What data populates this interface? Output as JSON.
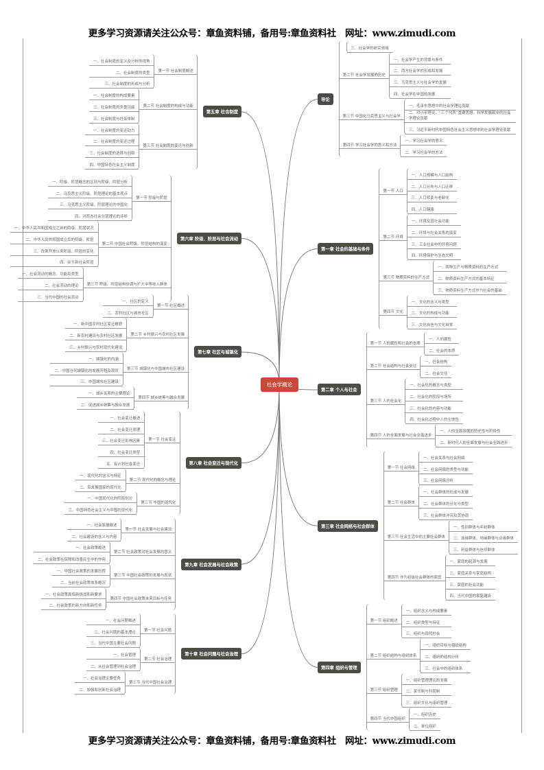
{
  "header": {
    "banner": "更多学习资源请关注公众号：章鱼资料铺，备用号:章鱼资料社　网址：www.zimudi.com"
  },
  "footer": {
    "banner": "更多学习资源请关注公众号：章鱼资料铺，备用号:章鱼资料社　网址：www.zimudi.com"
  },
  "center": {
    "title": "社会学概论"
  },
  "colors": {
    "center": "#c8483a",
    "chapter": "#4c4c44",
    "line": "#999999",
    "text": "#666666"
  },
  "right_chapters": [
    {
      "title": "导论",
      "sections": [
        {
          "title": "",
          "items": [
            "三、社会学的研究领域"
          ]
        },
        {
          "title": "第二节 社会学发展的历史",
          "items": [
            "一、社会学产生的背景与条件",
            "二、西方社会学的形成和发展",
            "三、马克思主义与社会学的发展",
            "四、社会学在中国的发展"
          ]
        },
        {
          "title": "第三节 中国化马克思主义与社会学",
          "items": [
            "一、毛泽东思想中的社会学理论贡献",
            "二、邓小平理论、“三个代表”重要思想、科学发展观中的社会学理论贡献",
            "三、习近平新时代中国特色社会主义思想中的社会学理论贡献"
          ]
        },
        {
          "title": "第四节 学习社会学的意义和方法",
          "items": [
            "一、学习社会学的意义",
            "二、学习社会学的方法"
          ]
        }
      ]
    },
    {
      "title": "第一章 社会的基础与条件",
      "sections": [
        {
          "title": "第一节 人口",
          "items": [
            "一、人口规模与人口结构",
            "二、人口分布与人口迁移",
            "三、人口转变与老龄化",
            "四、人口健康"
          ]
        },
        {
          "title": "第二节 环境",
          "items": [
            "一、环境及其社会功能",
            "二、环境与社会关系的演变",
            "三、工业社会中的环境问题",
            "四、环境保护与生态文明"
          ]
        },
        {
          "title": "第三节 物质资料的生产方式",
          "items": [
            "一、两种生产与物质资料的生产方式",
            "二、物质资料生产方式的基本特征",
            "三、物质资料生产方式作为社会的基础"
          ]
        },
        {
          "title": "第四节 文化",
          "items": [
            "一、文化的含义与类型",
            "二、文化的构成与功能",
            "三、文化自信与文化自觉"
          ]
        }
      ]
    },
    {
      "title": "第二章 个人与社会",
      "sections": [
        {
          "title": "第一节 人的属性和社会的本质",
          "items": [
            "一、人的属性",
            "二、社会的本质"
          ]
        },
        {
          "title": "第二节 社会结构与社会交往",
          "items": [
            "一、社会结构",
            "二、社会交往"
          ]
        },
        {
          "title": "第三节 人的社会化",
          "items": [
            "一、社会化的概念与类型",
            "二、社会化的阶段与场所",
            "三、社会化的内容与功能",
            "四、社会化过程中人的主体性"
          ]
        },
        {
          "title": "第四节 人的全面发展与社会全面进步",
          "items": [
            "一、人的全面发展的历史性与阶段性",
            "二、新时代人的全面发展与社会全面进步"
          ]
        }
      ]
    },
    {
      "title": "第三章 社会网络与社会群体",
      "sections": [
        {
          "title": "第一节 社会网络",
          "items": [
            "一、社会关系与社会网络",
            "二、社会网络的类型与功能",
            "三、社会网络分析"
          ]
        },
        {
          "title": "第二节 社会群体",
          "items": [
            "一、社会群体的形成与发展",
            "二、社会群体的分化与类型",
            "三、社会群体冲突及其协调"
          ]
        },
        {
          "title": "第三节 社会生活中的主要社会群体",
          "items": [
            "一、性别群体与年龄群体",
            "二、血缘群体、地缘群体与业缘群体",
            "三、利益群体与信仰群体"
          ]
        },
        {
          "title": "第四节 作为初级社会群体的家庭",
          "items": [
            "一、家庭的起源与发展",
            "二、家庭关系与家庭结构",
            "三、家庭的社会功能",
            "四、当代中国的家庭建设"
          ]
        }
      ]
    },
    {
      "title": "第四章 组织与管理",
      "sections": [
        {
          "title": "第一节 组织概述",
          "items": [
            "一、组织含义与构成要素",
            "二、组织类型与特征",
            "三、组织与现代社会"
          ]
        },
        {
          "title": "第二节 组织结构与组织体系",
          "items": [
            "一、组织目标与组织结构",
            "二、组织的结构分析",
            "三、社会中的组织体系"
          ]
        },
        {
          "title": "第三节 组织管理",
          "items": [
            "一、组织管理理论的发展",
            "二、家长制与科层制",
            "三、组织文化与组织管理"
          ]
        },
        {
          "title": "第四节 当代中国组织",
          "items": [
            "一、组织历史",
            "二、单位组织"
          ]
        }
      ]
    }
  ],
  "left_chapters": [
    {
      "title": "第五章 社会制度",
      "sections": [
        {
          "title": "第一节 社会制度概述",
          "items": [
            "一、社会制度的定义及分析的视角",
            "二、社会制度的类型",
            "三、社会制度的形成与分析"
          ]
        },
        {
          "title": "第二节 社会制度的构成与功能",
          "items": [
            "一、社会制度的构成要素",
            "二、社会制度的多重功能",
            "三、社会制度与社会体制"
          ]
        },
        {
          "title": "第三节 社会制度的变迁与创新",
          "items": [
            "一、社会制度的变迁动力",
            "二、社会制度的变迁过程",
            "三、社会制度的选择与创新",
            "四、中国特色社会主义制度"
          ]
        }
      ]
    },
    {
      "title": "第六章 阶级、阶层与社会流动",
      "sections": [
        {
          "title": "第一节 阶级与阶层",
          "items": [
            "一、阶级、阶层概念的区别与阶级、阶层分析",
            "二、马克思主义阶级、阶层理论的基本观点",
            "三、马克思主义阶级、阶层理论的中国化",
            "四、对西方社会分层理论的评析"
          ]
        },
        {
          "title": "第二节 中国社会阶级、阶层结构的演变",
          "items": [
            "一、中华人民共和国成立之前的阶级、阶层状况",
            "二、中华人民共和国成立后的阶级、阶层",
            "三、改革开放以来阶级、阶层的变化",
            "四、关于新社会阶层"
          ]
        },
        {
          "title": "第三节 阶级、阶层结构协调与扩大中等收入群体",
          "items": [
            "一、社会流动的概念、功能及类型",
            "二、社会流动的理论",
            "三、当代中国的社会流动"
          ]
        }
      ]
    },
    {
      "title": "第七章 社区与城镇化",
      "sections": [
        {
          "title": "第一节 社区概述",
          "items": [
            "一、社区的定义",
            "二、农村社区与城市社区"
          ]
        },
        {
          "title": "第二节 乡村振兴与农村社区发展",
          "items": [
            "一、新中国农村社区变迁概貌",
            "二、新农村建设与农村社区发展",
            "三、乡村振兴与农村现代化建设"
          ]
        },
        {
          "title": "第三节 城镇化与中国城市社区建设",
          "items": [
            "一、城镇化的内涵",
            "二、中国当代城镇化的发展历程及现状",
            "三、中国城市社区建设"
          ]
        },
        {
          "title": "第四节 城乡统筹与融合发展",
          "items": [
            "一、城乡关系的主要理论",
            "二、促进城乡统筹与融合发展"
          ]
        }
      ]
    },
    {
      "title": "第八章 社会变迁与现代化",
      "sections": [
        {
          "title": "第一节 社会变迁",
          "items": [
            "一、社会变迁概述",
            "二、社会变迁原理",
            "三、社会变迁影响因素",
            "四、社会变迁类型",
            "五、有计划社会变迁"
          ]
        },
        {
          "title": "第二节 现代化的概念与理论",
          "items": [
            "一、现代化的含义与特征",
            "二、后发展国家的现代化"
          ]
        },
        {
          "title": "第三节 中国的现代化",
          "items": [
            "一、中国现代化的阶段划分",
            "二、中国特色社会主义与中国的现代化"
          ]
        }
      ]
    },
    {
      "title": "第九章 社会发展与社会政策",
      "sections": [
        {
          "title": "第一节 社会发展与社会建设",
          "items": [
            "一、社会发展概述",
            "二、社会建设的含义与内容"
          ]
        },
        {
          "title": "第二节 社会政策对社会发展的意义",
          "items": [
            "一、社会政策概述",
            "二、社会政策在保障和改善民生中的作用"
          ]
        },
        {
          "title": "第三节 中国社会政策的发展与现状",
          "items": [
            "一、中国社会政策的发展历程",
            "二、当前社会政策体系概况"
          ]
        },
        {
          "title": "第四节 中国社会政策未来目标与任务",
          "items": [
            "一、社会政策面临新挑战和新要求",
            "二、社会政策的新方向和新任务"
          ]
        }
      ]
    },
    {
      "title": "第十章 社会问题与社会治理",
      "sections": [
        {
          "title": "第一节 社会问题",
          "items": [
            "一、社会问题概述",
            "二、社会问题的基本理论",
            "三、当代中国主要社会问题"
          ]
        },
        {
          "title": "第二节 社会治理",
          "items": [
            "一、社会管理",
            "二、从社会管理到社会治理"
          ]
        },
        {
          "title": "第三节 当代中国社会治理",
          "items": [
            "一、社会治理主要任务",
            "二、加强和创新社会治理"
          ]
        }
      ]
    }
  ]
}
